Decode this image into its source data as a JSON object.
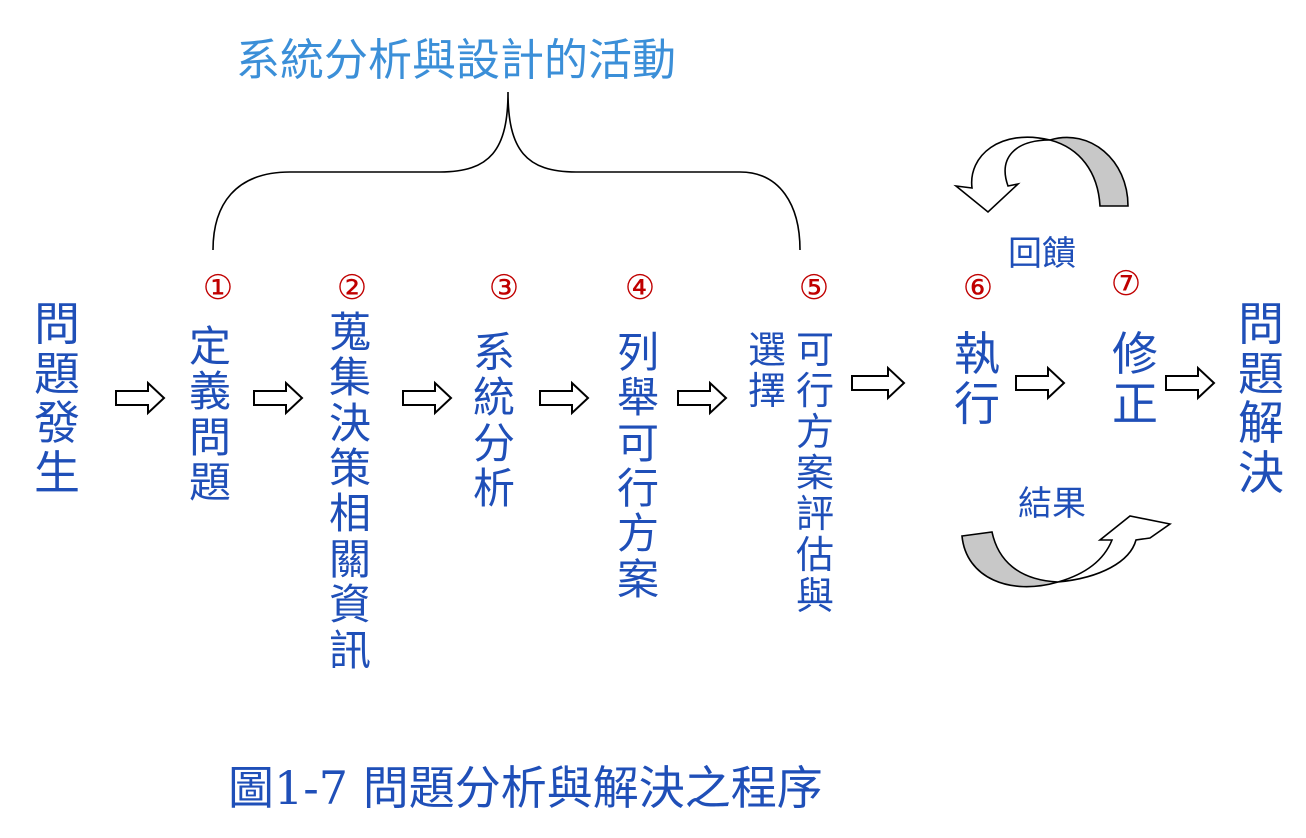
{
  "title": "系統分析與設計的活動",
  "caption": "圖1-7 問題分析與解決之程序",
  "steps": {
    "start": "問題發生",
    "s1": {
      "num": "①",
      "text": "定義問題"
    },
    "s2": {
      "num": "②",
      "text": "蒐集決策相關資訊"
    },
    "s3": {
      "num": "③",
      "text": "系統分析"
    },
    "s4": {
      "num": "④",
      "text": "列舉可行方案"
    },
    "s5": {
      "num": "⑤",
      "text_col1": "可行方案評估與",
      "text_col2": "選擇"
    },
    "s6": {
      "num": "⑥",
      "text": "執行"
    },
    "s7": {
      "num": "⑦",
      "text": "修正"
    },
    "end": "問題解決"
  },
  "loop": {
    "feedback": "回饋",
    "result": "結果"
  },
  "colors": {
    "text": "#1f4fb8",
    "title": "#3b8fd8",
    "numbers": "#c00000",
    "loop_arrow_fill": "#c8c8c8"
  }
}
